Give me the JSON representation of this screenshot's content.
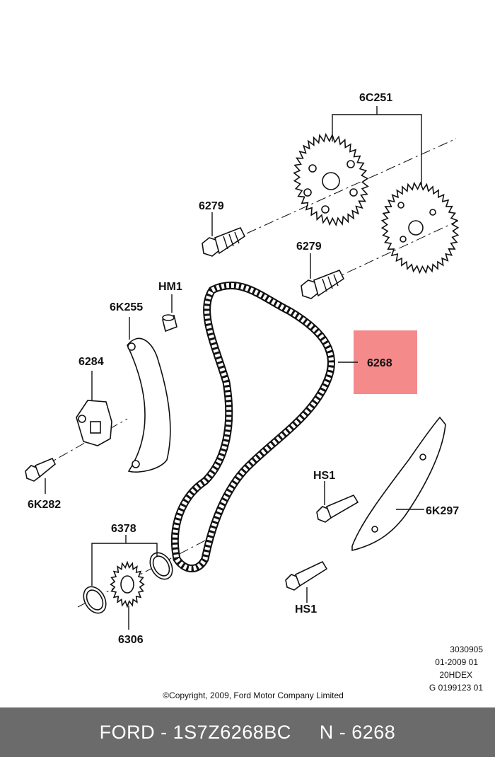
{
  "diagram": {
    "labels": {
      "sprockets": "6C251",
      "bolt_upper": "6279",
      "bolt_lower": "6279",
      "dowel": "HM1",
      "guide_left": "6K255",
      "tensioner": "6284",
      "tensioner_bolt": "6K282",
      "chain": "6268",
      "washers": "6378",
      "crank_sprocket": "6306",
      "bolt_hs1_upper": "HS1",
      "bolt_hs1_lower": "HS1",
      "guide_right": "6K297"
    },
    "highlight_color": "#f58a8a",
    "meta": [
      "3030905",
      "01-2009 01",
      "20HDEX",
      "G 0199123 01"
    ],
    "copyright": "©Copyright, 2009, Ford Motor Company Limited"
  },
  "footer": {
    "text": "FORD - 1S7Z6268BC     N - 6268",
    "background": "#6b6b6b"
  }
}
